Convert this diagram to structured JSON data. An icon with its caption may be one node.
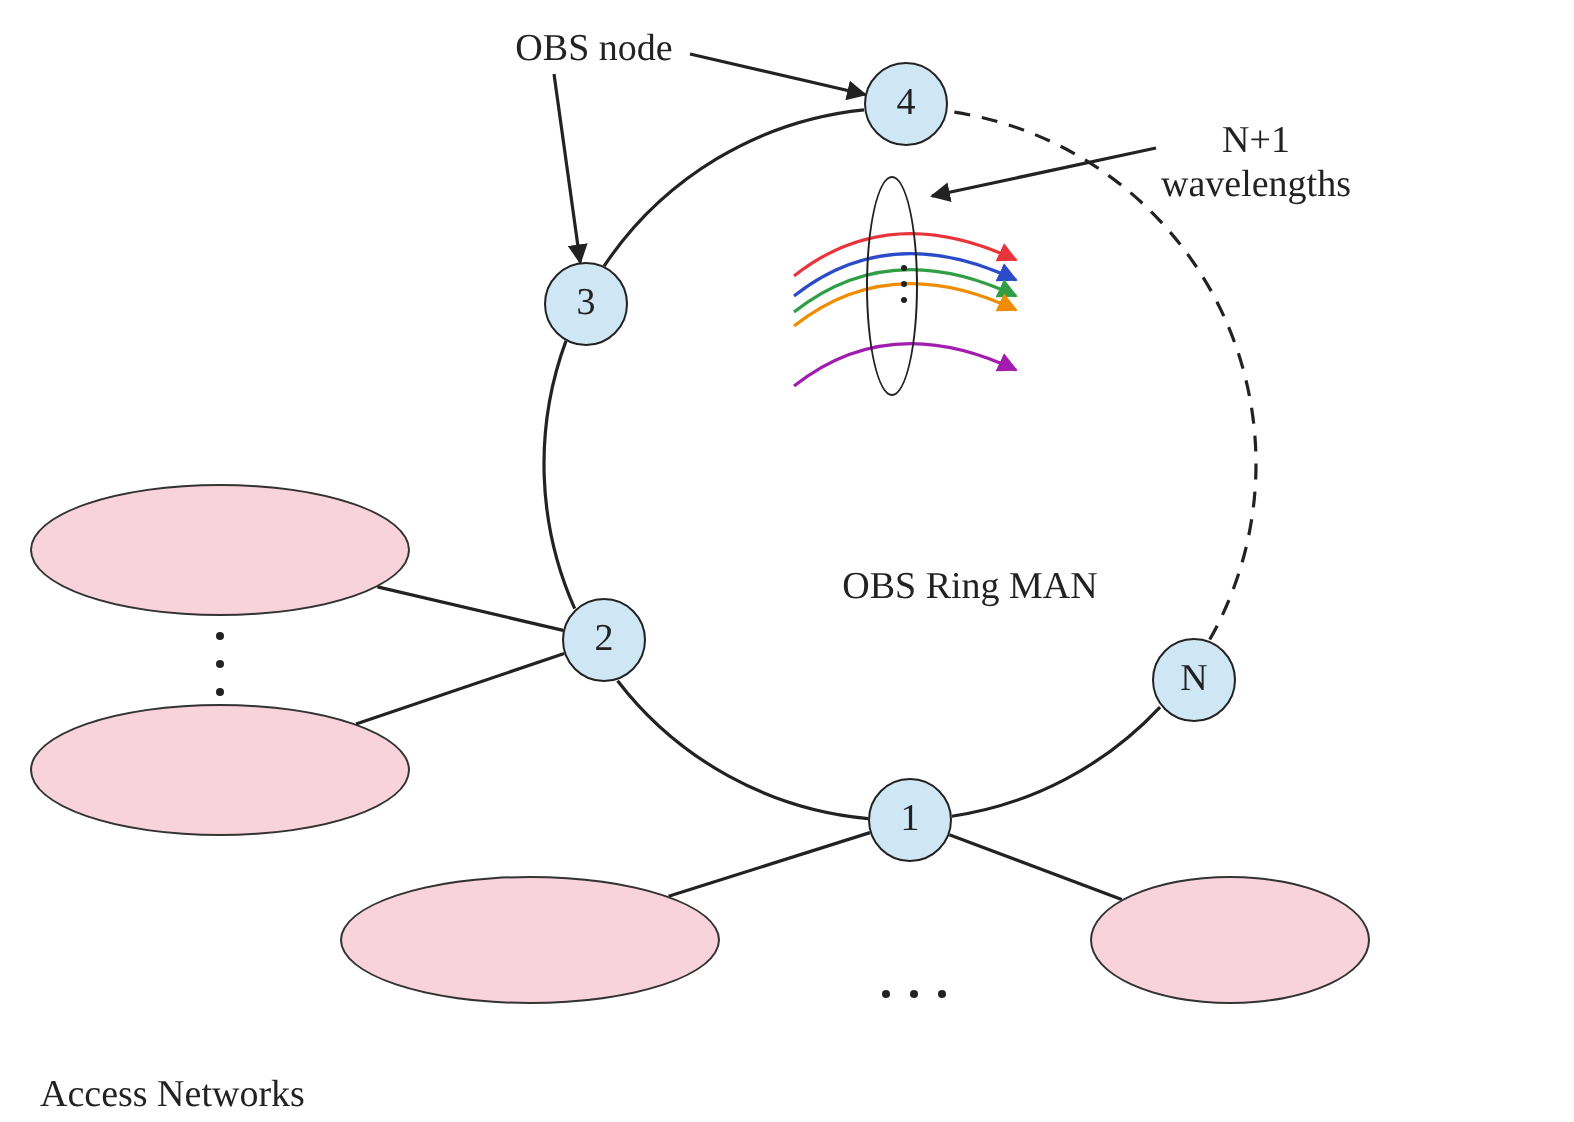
{
  "diagram": {
    "nodes": [
      {
        "text": [
          "OBS node"
        ]
      },
      {
        "text": [
          "4"
        ]
      },
      {
        "text": [
          "3"
        ]
      },
      {
        "text": [
          "2"
        ]
      },
      {
        "text": [
          "1"
        ]
      },
      {
        "text": [
          "N"
        ]
      },
      {
        "text": [
          "N+1 wavelengths"
        ]
      },
      {
        "text": [],
        "shape": "ellipse"
      },
      {
        "text": [],
        "shape": "ellipse"
      },
      {
        "text": [],
        "shape": "ellipse"
      },
      {
        "text": [],
        "shape": "ellipse"
      },
      {
        "text": [],
        "shape": "ellipse"
      }
    ],
    "edges": [
      {
        "from": 0,
        "to": 2,
        "arrow": "to"
      },
      {
        "from": 0,
        "to": 1,
        "arrow": "to"
      },
      {
        "from": 6,
        "to": 7,
        "arrow": "to"
      },
      {
        "from": 1,
        "to": 2,
        "arrow": "none"
      },
      {
        "from": 2,
        "to": 3,
        "arrow": "none"
      },
      {
        "from": 3,
        "to": 4,
        "arrow": "none"
      },
      {
        "from": 4,
        "to": 5,
        "arrow": "none"
      },
      {
        "from": 5,
        "to": 1,
        "arrow": "none",
        "style": "dashed"
      },
      {
        "from": 8,
        "to": 3,
        "arrow": "none"
      },
      {
        "from": 9,
        "to": 3,
        "arrow": "none"
      },
      {
        "from": 10,
        "to": 4,
        "arrow": "none"
      },
      {
        "from": 11,
        "to": 4,
        "arrow": "none"
      }
    ],
    "labels": [
      "OBS Ring MAN",
      "Access Networks"
    ]
  }
}
